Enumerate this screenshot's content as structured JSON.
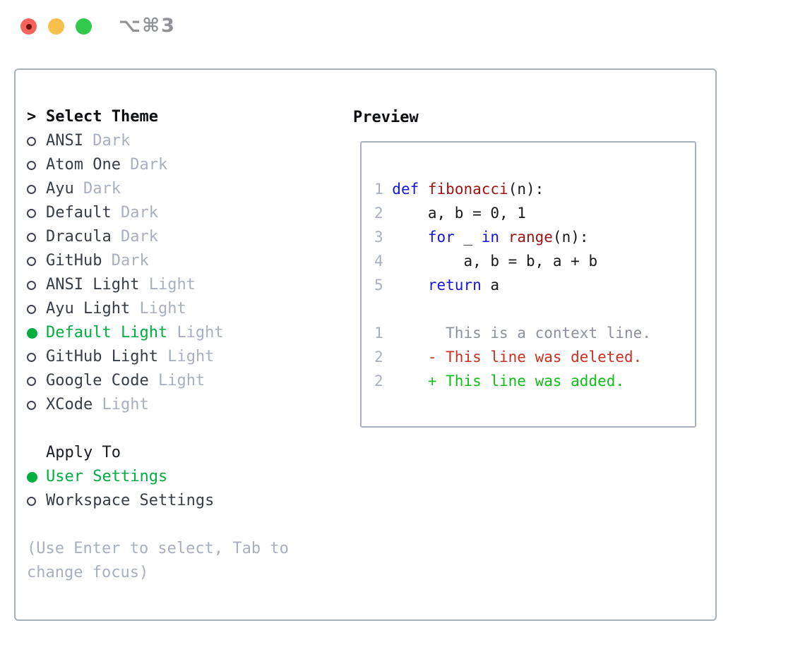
{
  "titlebar": {
    "shortcut": "⌥⌘3"
  },
  "colors": {
    "selected_green": "#00ae41",
    "added_green": "#0fbe1a",
    "deleted_red": "#cb2f20",
    "keyword_blue": "#1414e8",
    "function_red": "#a31212",
    "dim_gray": "#a8b0bf",
    "context_gray": "#8b929e",
    "text_dark": "#373d47",
    "border_gray": "#a9b1bc"
  },
  "theme_picker": {
    "prompt": ">",
    "header": "Select Theme",
    "items": [
      {
        "name": "ANSI",
        "variant": "Dark",
        "selected": false
      },
      {
        "name": "Atom One",
        "variant": "Dark",
        "selected": false
      },
      {
        "name": "Ayu",
        "variant": "Dark",
        "selected": false
      },
      {
        "name": "Default",
        "variant": "Dark",
        "selected": false
      },
      {
        "name": "Dracula",
        "variant": "Dark",
        "selected": false
      },
      {
        "name": "GitHub",
        "variant": "Dark",
        "selected": false
      },
      {
        "name": "ANSI Light",
        "variant": "Light",
        "selected": false
      },
      {
        "name": "Ayu Light",
        "variant": "Light",
        "selected": false
      },
      {
        "name": "Default Light",
        "variant": "Light",
        "selected": true
      },
      {
        "name": "GitHub Light",
        "variant": "Light",
        "selected": false
      },
      {
        "name": "Google Code",
        "variant": "Light",
        "selected": false
      },
      {
        "name": "XCode",
        "variant": "Light",
        "selected": false
      }
    ]
  },
  "apply_to": {
    "header": "Apply To",
    "options": [
      {
        "label": "User Settings",
        "selected": true
      },
      {
        "label": "Workspace Settings",
        "selected": false
      }
    ]
  },
  "help_lines": [
    "(Use Enter to select, Tab to",
    "change focus)"
  ],
  "preview": {
    "header": "Preview",
    "code_lines": [
      {
        "num": "1",
        "tokens": [
          {
            "text": "def",
            "type": "keyword"
          },
          {
            "text": " ",
            "type": "plain"
          },
          {
            "text": "fibonacci",
            "type": "function"
          },
          {
            "text": "(n):",
            "type": "plain"
          }
        ]
      },
      {
        "num": "2",
        "tokens": [
          {
            "text": "    a, b = 0, 1",
            "type": "plain"
          }
        ]
      },
      {
        "num": "3",
        "tokens": [
          {
            "text": "    ",
            "type": "plain"
          },
          {
            "text": "for",
            "type": "keyword"
          },
          {
            "text": " _ ",
            "type": "plain"
          },
          {
            "text": "in",
            "type": "keyword"
          },
          {
            "text": " ",
            "type": "plain"
          },
          {
            "text": "range",
            "type": "function"
          },
          {
            "text": "(n):",
            "type": "plain"
          }
        ]
      },
      {
        "num": "4",
        "tokens": [
          {
            "text": "        a, b = b, a + b",
            "type": "plain"
          }
        ]
      },
      {
        "num": "5",
        "tokens": [
          {
            "text": "    ",
            "type": "plain"
          },
          {
            "text": "return",
            "type": "keyword"
          },
          {
            "text": " a",
            "type": "plain"
          }
        ]
      }
    ],
    "diff_lines": [
      {
        "num": "1",
        "tokens": [
          {
            "text": "      This is a context line.",
            "type": "context"
          }
        ]
      },
      {
        "num": "2",
        "tokens": [
          {
            "text": "    ",
            "type": "plain"
          },
          {
            "text": "- This line was deleted.",
            "type": "deleted"
          }
        ]
      },
      {
        "num": "2",
        "tokens": [
          {
            "text": "    ",
            "type": "plain"
          },
          {
            "text": "+ This line was added.",
            "type": "added"
          }
        ]
      }
    ]
  }
}
